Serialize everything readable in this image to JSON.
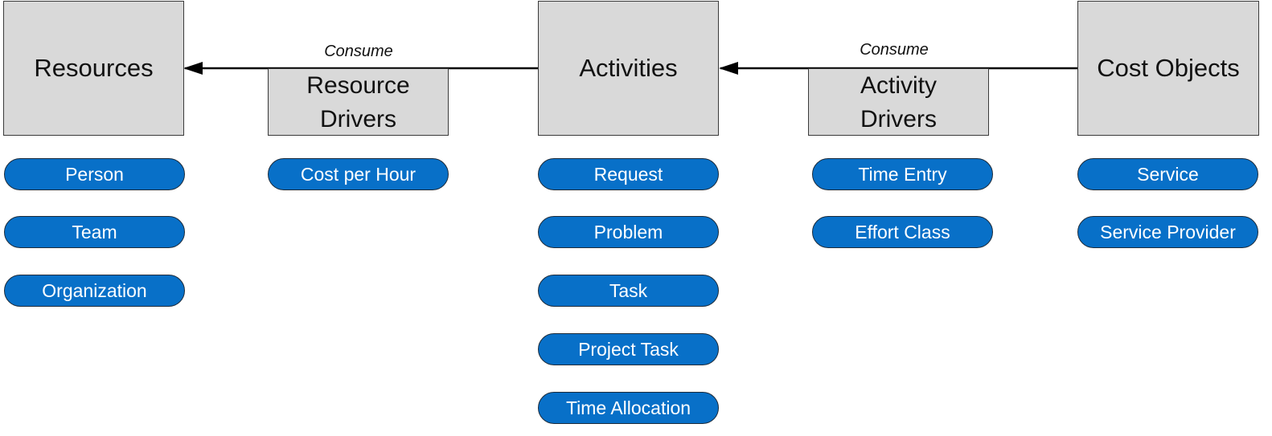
{
  "boxes": {
    "resources": "Resources",
    "activities": "Activities",
    "cost_objects": "Cost Objects",
    "resource_drivers": "Resource\nDrivers",
    "activity_drivers": "Activity\nDrivers"
  },
  "edge_labels": {
    "resource_consume": "Consume",
    "activity_consume": "Consume"
  },
  "columns": {
    "resources": [
      "Person",
      "Team",
      "Organization"
    ],
    "resource_drivers": [
      "Cost per Hour"
    ],
    "activities": [
      "Request",
      "Problem",
      "Task",
      "Project Task",
      "Time Allocation"
    ],
    "activity_drivers": [
      "Time Entry",
      "Effort Class"
    ],
    "cost_objects": [
      "Service",
      "Service Provider"
    ]
  },
  "colors": {
    "box_fill": "#d9d9d9",
    "pill_fill": "#0870c8",
    "pill_text": "#ffffff",
    "arrow": "#000000"
  }
}
